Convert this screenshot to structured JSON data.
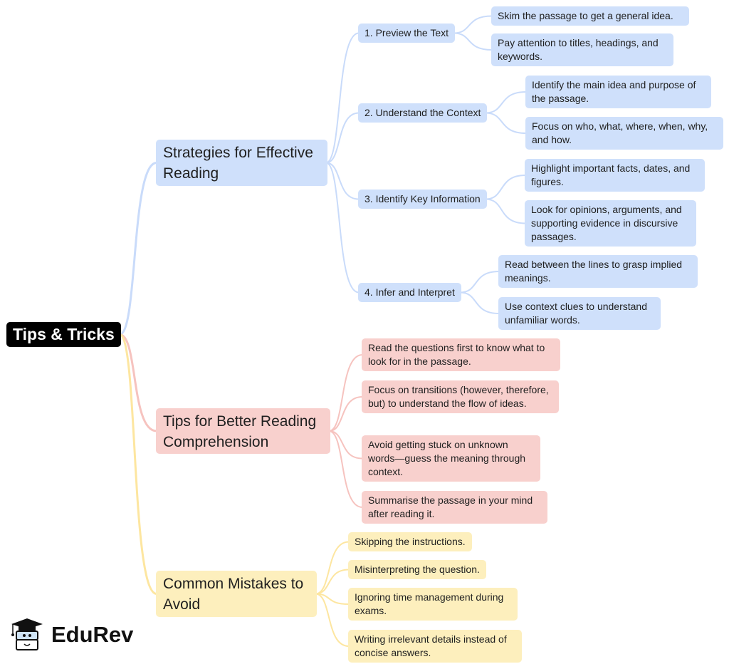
{
  "root": {
    "label": "Tips & Tricks"
  },
  "colors": {
    "blue": "#cfe0fb",
    "red": "#f8d0cd",
    "yellow": "#fdefbd",
    "blue_line": "#c9dbfa",
    "red_line": "#f6c3bf",
    "yellow_line": "#fde6a0"
  },
  "branches": [
    {
      "label": "Strategies for Effective Reading",
      "children": [
        {
          "label": "1. Preview the Text",
          "children": [
            "Skim the passage to get a general idea.",
            "Pay attention to titles, headings, and keywords."
          ]
        },
        {
          "label": "2. Understand the Context",
          "children": [
            "Identify the main idea and purpose of the passage.",
            "Focus on who, what, where, when, why, and how."
          ]
        },
        {
          "label": "3. Identify Key Information",
          "children": [
            "Highlight important facts, dates, and figures.",
            "Look for opinions, arguments, and supporting evidence in discursive passages."
          ]
        },
        {
          "label": "4. Infer and Interpret",
          "children": [
            "Read between the lines to grasp implied meanings.",
            "Use context clues to understand unfamiliar words."
          ]
        }
      ]
    },
    {
      "label": "Tips for Better Reading Comprehension",
      "children": [
        "Read the questions first to know what to look for in the passage.",
        "Focus on transitions (however, therefore, but) to understand the flow of ideas.",
        "Avoid getting stuck on unknown words—guess the meaning through context.",
        "Summarise the passage in your mind after reading it."
      ]
    },
    {
      "label": "Common Mistakes to Avoid",
      "children": [
        "Skipping the instructions.",
        "Misinterpreting the question.",
        "Ignoring time management during exams.",
        "Writing irrelevant details instead of concise answers."
      ]
    }
  ],
  "logo": {
    "text": "EduRev"
  }
}
